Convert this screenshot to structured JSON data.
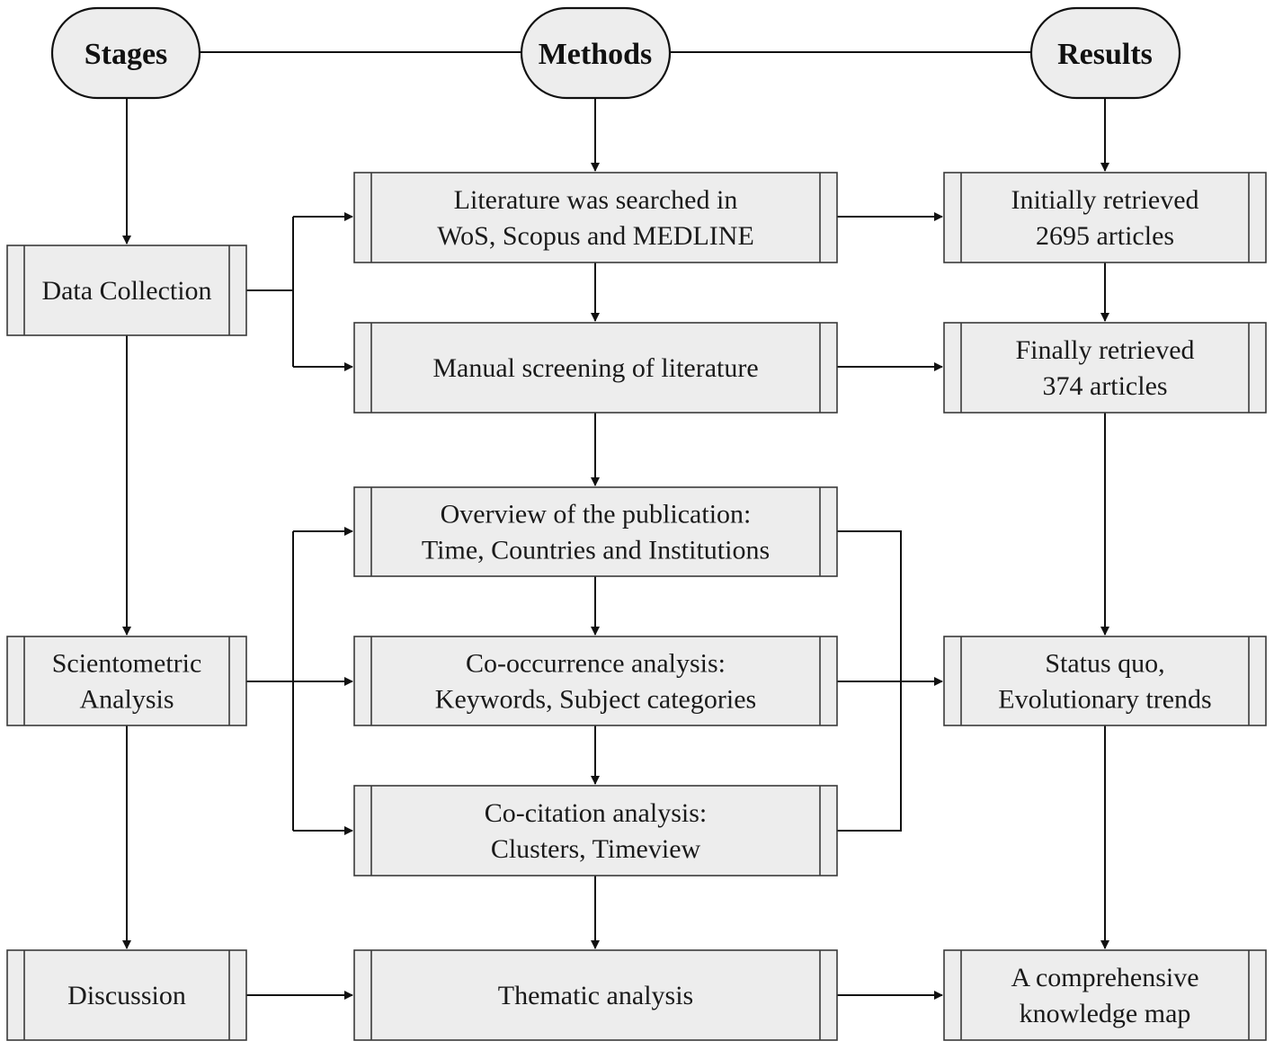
{
  "headers": {
    "stages": "Stages",
    "methods": "Methods",
    "results": "Results"
  },
  "stages": {
    "data_collection": [
      "Data Collection"
    ],
    "scientometric_analysis": [
      "Scientometric",
      "Analysis"
    ],
    "discussion": [
      "Discussion"
    ]
  },
  "methods": {
    "literature_search": [
      "Literature was searched in",
      "WoS, Scopus and MEDLINE"
    ],
    "manual_screening": [
      "Manual screening of literature"
    ],
    "overview": [
      "Overview of the publication:",
      "Time, Countries and Institutions"
    ],
    "co_occurrence": [
      "Co-occurrence analysis:",
      "Keywords,  Subject categories"
    ],
    "co_citation": [
      "Co-citation analysis:",
      "Clusters, Timeview"
    ],
    "thematic": [
      "Thematic analysis"
    ]
  },
  "results": {
    "initially_retrieved": [
      "Initially retrieved",
      "2695 articles"
    ],
    "finally_retrieved": [
      "Finally retrieved",
      "374 articles"
    ],
    "status_quo": [
      "Status quo,",
      "Evolutionary trends"
    ],
    "knowledge_map": [
      "A comprehensive",
      "knowledge map"
    ]
  }
}
